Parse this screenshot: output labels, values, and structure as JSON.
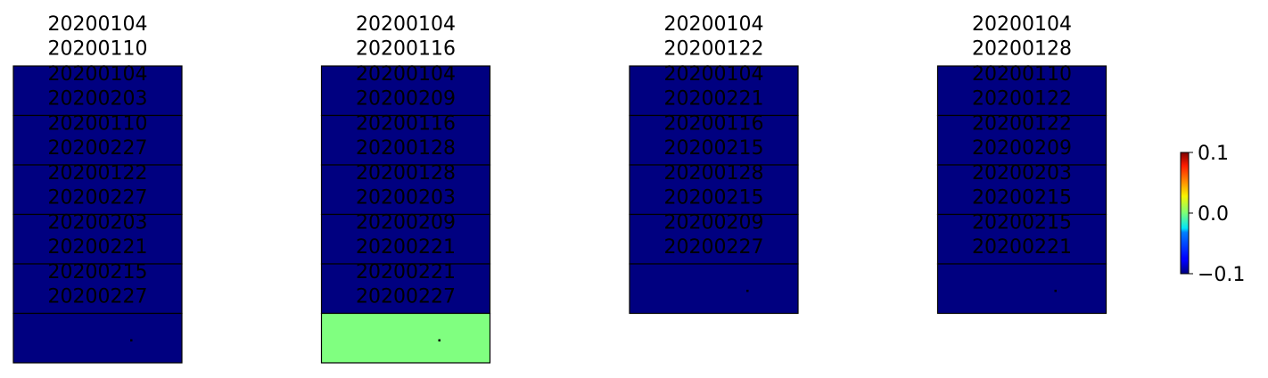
{
  "chart_data": {
    "type": "heatmap",
    "colormap": "jet",
    "color_range": [
      -0.1,
      0.1
    ],
    "colorbar": {
      "ticks": [
        0.1,
        0.0,
        -0.1
      ],
      "tick_labels": [
        "0.1",
        "0.0",
        "−0.1"
      ],
      "placement": "right"
    },
    "panels": [
      {
        "title_lines": [
          "20200104",
          "20200110"
        ],
        "cells": [
          {
            "lines": [
              "20200104",
              "20200203"
            ],
            "value": -0.1
          },
          {
            "lines": [
              "20200110",
              "20200227"
            ],
            "value": -0.1
          },
          {
            "lines": [
              "20200122",
              "20200227"
            ],
            "value": -0.1
          },
          {
            "lines": [
              "20200203",
              "20200221"
            ],
            "value": -0.1
          },
          {
            "lines": [
              "20200215",
              "20200227"
            ],
            "value": -0.1
          },
          {
            "lines": [],
            "value": -0.1
          }
        ]
      },
      {
        "title_lines": [
          "20200104",
          "20200116"
        ],
        "cells": [
          {
            "lines": [
              "20200104",
              "20200209"
            ],
            "value": -0.1
          },
          {
            "lines": [
              "20200116",
              "20200128"
            ],
            "value": -0.1
          },
          {
            "lines": [
              "20200128",
              "20200203"
            ],
            "value": -0.1
          },
          {
            "lines": [
              "20200209",
              "20200221"
            ],
            "value": -0.1
          },
          {
            "lines": [
              "20200221",
              "20200227"
            ],
            "value": -0.1
          },
          {
            "lines": [],
            "value": 0.0
          }
        ]
      },
      {
        "title_lines": [
          "20200104",
          "20200122"
        ],
        "cells": [
          {
            "lines": [
              "20200104",
              "20200221"
            ],
            "value": -0.1
          },
          {
            "lines": [
              "20200116",
              "20200215"
            ],
            "value": -0.1
          },
          {
            "lines": [
              "20200128",
              "20200215"
            ],
            "value": -0.1
          },
          {
            "lines": [
              "20200209",
              "20200227"
            ],
            "value": -0.1
          },
          {
            "lines": [],
            "value": -0.1
          }
        ]
      },
      {
        "title_lines": [
          "20200104",
          "20200128"
        ],
        "cells": [
          {
            "lines": [
              "20200110",
              "20200122"
            ],
            "value": -0.1
          },
          {
            "lines": [
              "20200122",
              "20200209"
            ],
            "value": -0.1
          },
          {
            "lines": [
              "20200203",
              "20200215"
            ],
            "value": -0.1
          },
          {
            "lines": [
              "20200215",
              "20200221"
            ],
            "value": -0.1
          },
          {
            "lines": [],
            "value": -0.1
          }
        ]
      }
    ]
  }
}
